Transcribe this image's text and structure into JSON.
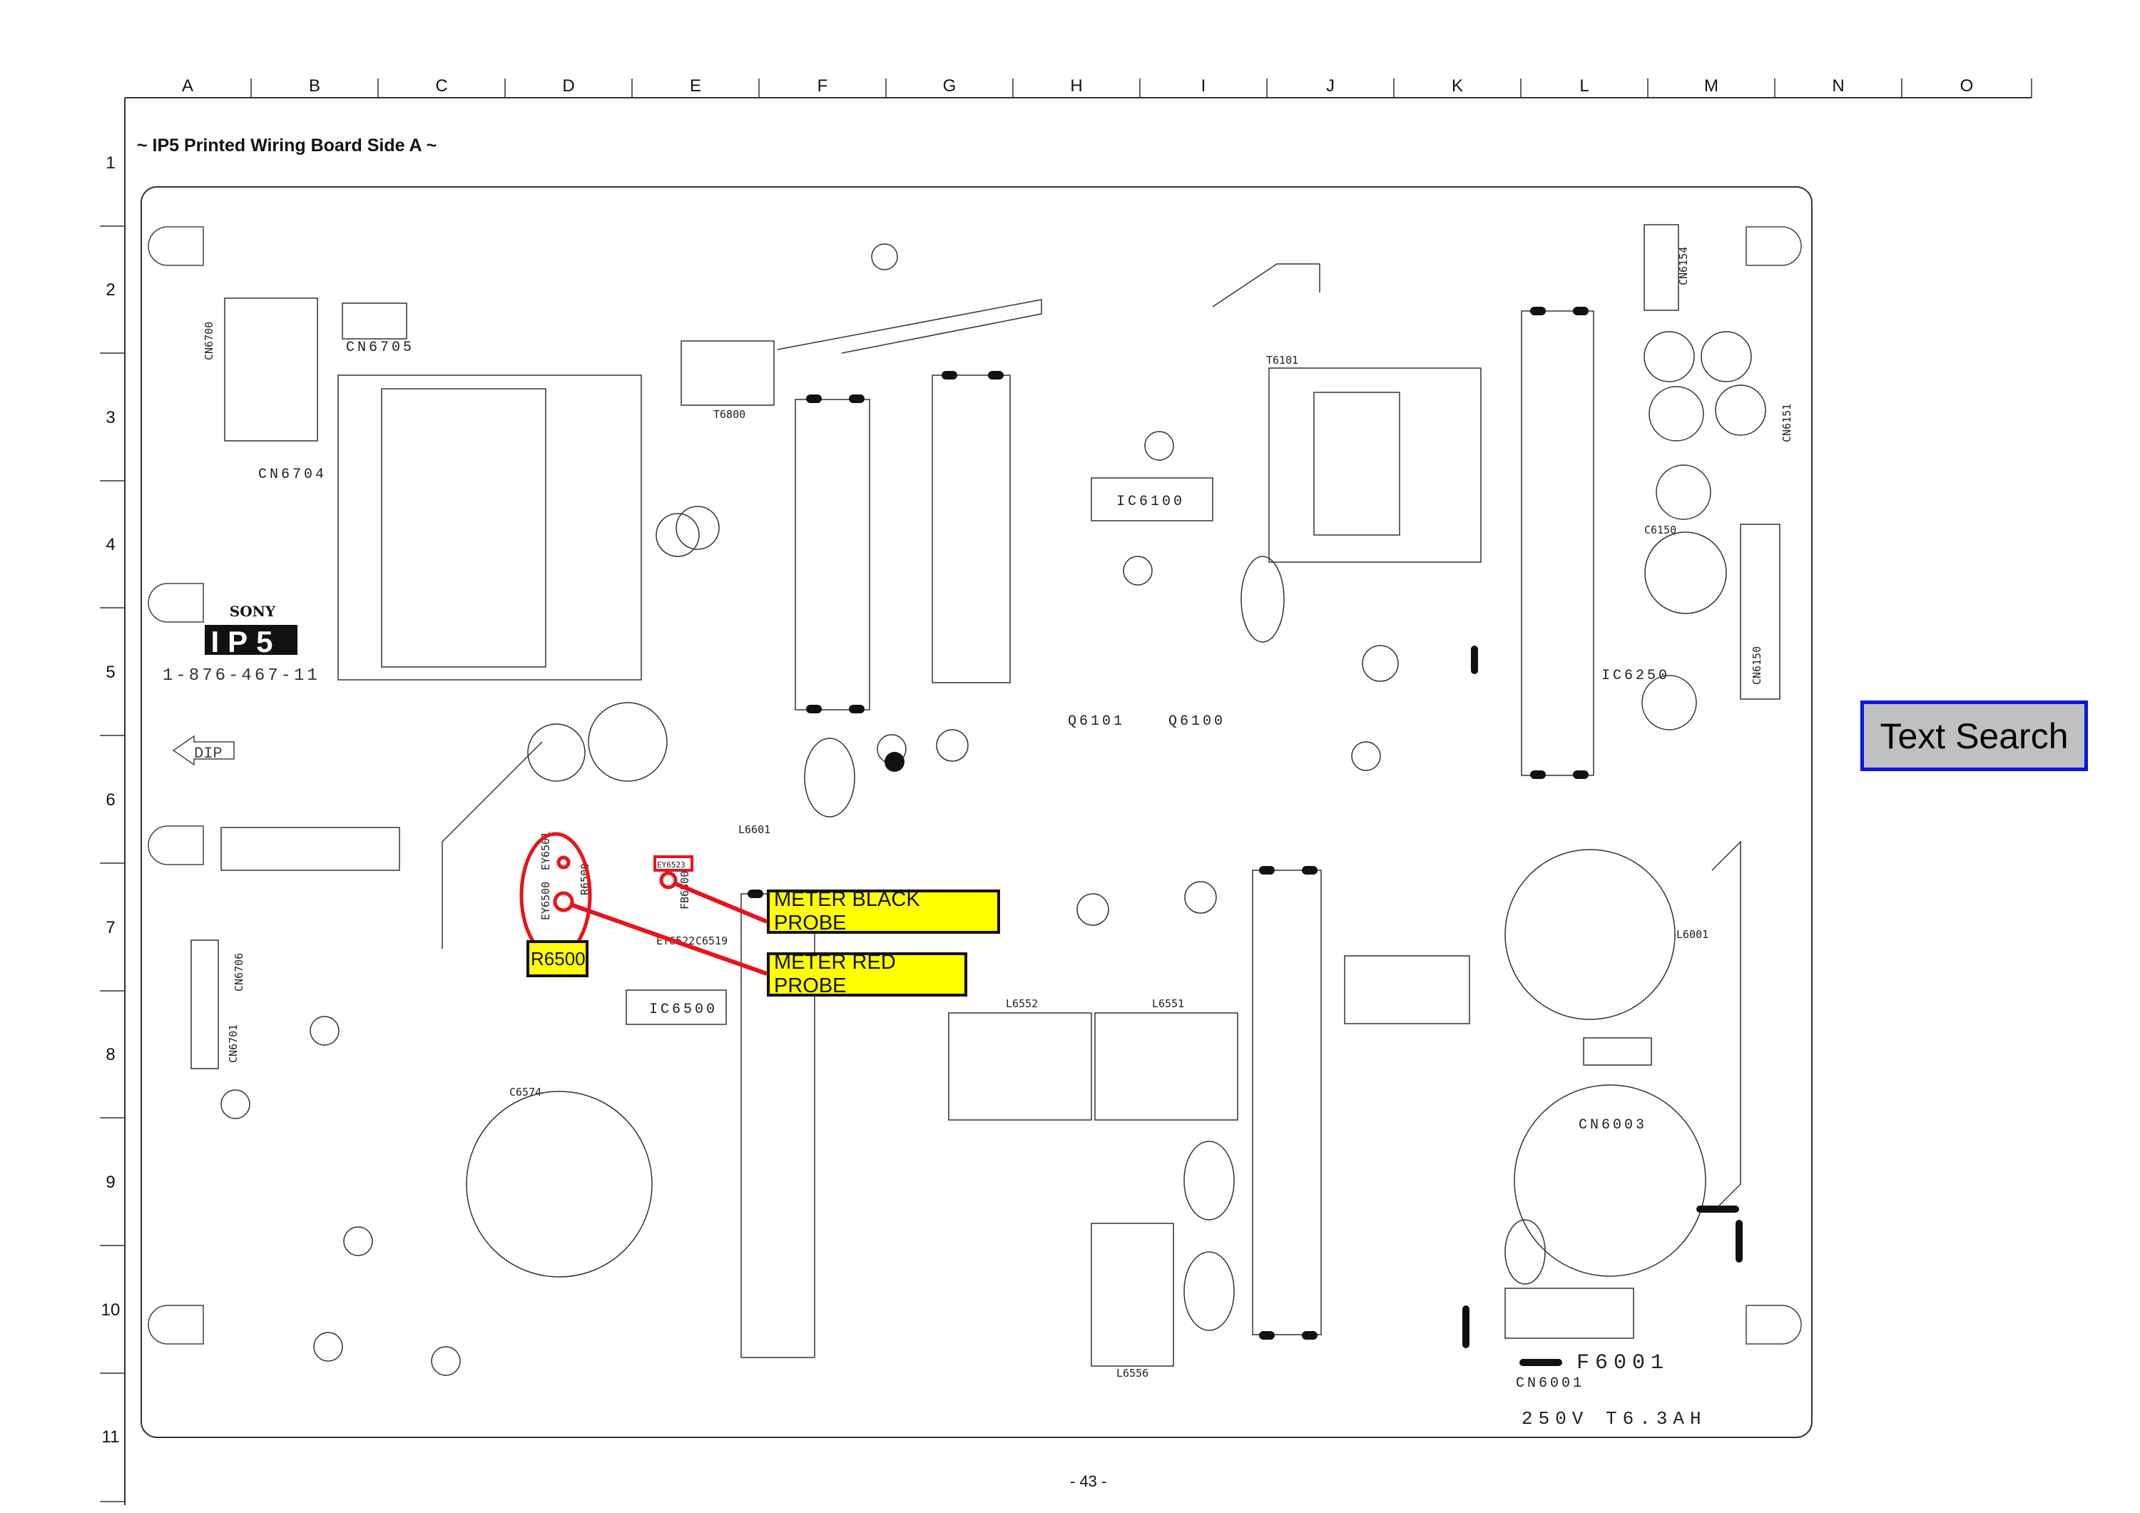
{
  "page": {
    "title": "~ IP5 Printed Wiring Board Side A ~",
    "page_number": "- 43 -"
  },
  "grid": {
    "columns": [
      "A",
      "B",
      "C",
      "D",
      "E",
      "F",
      "G",
      "H",
      "I",
      "J",
      "K",
      "L",
      "M",
      "N",
      "O"
    ],
    "rows": [
      "1",
      "2",
      "3",
      "4",
      "5",
      "6",
      "7",
      "8",
      "9",
      "10",
      "11"
    ]
  },
  "board": {
    "brand": "SONY",
    "model": "IP5",
    "part_number": "1-876-467-11",
    "dip_label": "DIP",
    "fuse_label": "F6001",
    "fuse_rating": "250V T6.3AH",
    "components": [
      "IC6100",
      "IC6500",
      "IC6250",
      "CN6003",
      "CN6705",
      "CN6704",
      "CN6001",
      "L6552",
      "L6551",
      "L6556",
      "T6800",
      "T6101",
      "L6001",
      "Q6101",
      "Q6100",
      "C6574",
      "CN6700",
      "CN6701",
      "CN6706",
      "CN6150",
      "CN6151",
      "CN6154",
      "L6601",
      "C6150",
      "EY6522",
      "C6519",
      "EY6501",
      "EY6500",
      "R6500",
      "FB6500"
    ]
  },
  "annotations": {
    "r6500": "R6500",
    "ey6523": "EY6523",
    "black_probe": "METER BLACK PROBE",
    "red_probe": "METER RED PROBE",
    "highlight_color": "#e8141a",
    "note_color": "#ffff00"
  },
  "toolbar": {
    "text_search": "Text Search"
  }
}
